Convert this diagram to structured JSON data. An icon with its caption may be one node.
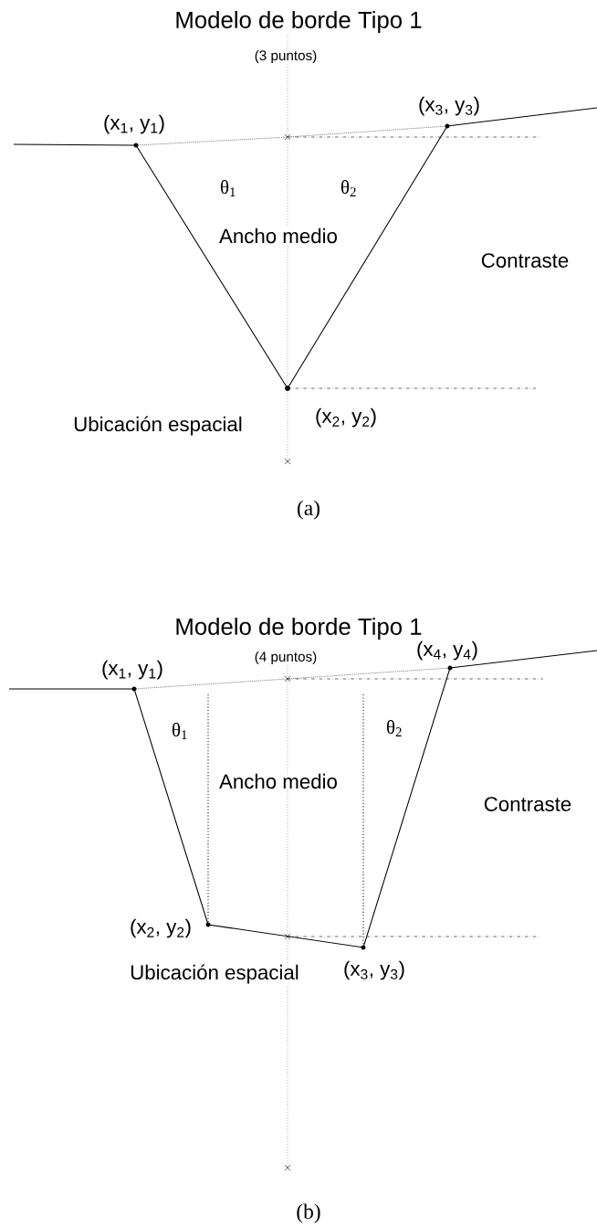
{
  "diagram": {
    "labels": [
      "Modelo de borde Tipo 1",
      "(3 puntos)",
      "(x$_{1}$, y$_{1}$)",
      "(x$_{3}$, y$_{3}$)",
      "θ$_{1}$",
      "θ$_{2}$",
      "Ancho medio",
      "Contraste",
      "Ubicación espacial",
      "(x$_{2}$, y$_{2}$)",
      "(a)",
      "Modelo de borde Tipo 1",
      "(4 puntos)",
      "(x$_{1}$, y$_{1}$)",
      "(x$_{4}$, y$_{4}$)",
      "θ$_{1}$",
      "θ$_{2}$",
      "Ancho medio",
      "Contraste",
      "(x$_{2}$, y$_{2}$)",
      "Ubicación espacial",
      "(x$_{3}$, y$_{3}$)",
      "(b)"
    ]
  }
}
